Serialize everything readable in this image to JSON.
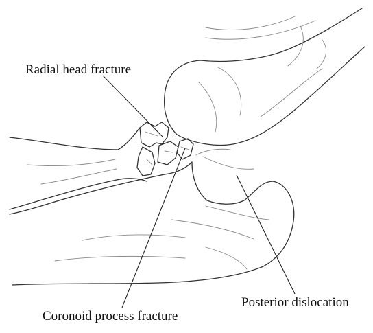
{
  "labels": {
    "radial_head": "Radial head fracture",
    "coronoid": "Coronoid process fracture",
    "posterior": "Posterior dislocation"
  }
}
